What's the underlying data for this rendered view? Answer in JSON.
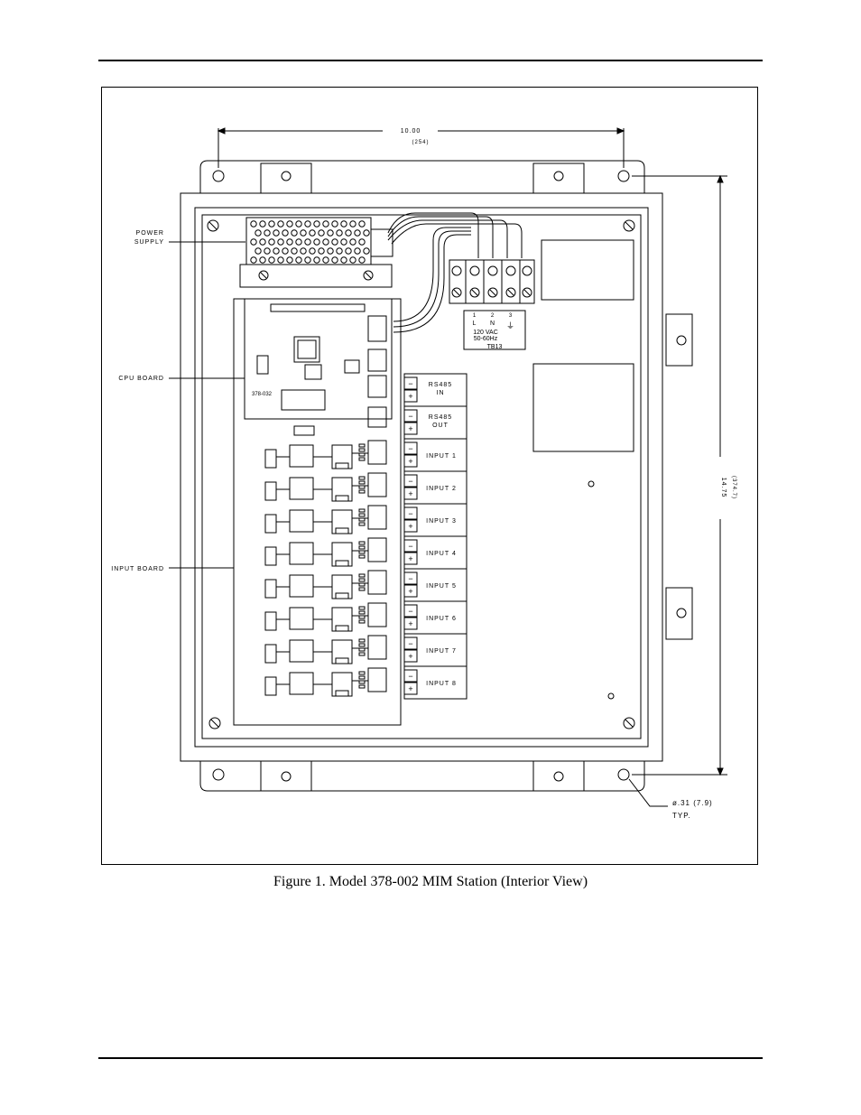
{
  "figure": {
    "caption": "Figure 1.  Model 378-002 MIM Station (Interior View)",
    "callouts": {
      "power_supply": [
        "POWER",
        "SUPPLY"
      ],
      "cpu_board": "CPU BOARD",
      "input_board": "INPUT BOARD"
    },
    "dimensions": {
      "width_in": "10.00",
      "width_mm": "(254)",
      "height_in": "14.75",
      "height_mm": "(374.7)",
      "hole": "ø.31 (7.9)",
      "hole_note": "TYP."
    },
    "terminal_block": {
      "pin_numbers": [
        "1",
        "2",
        "3"
      ],
      "pin_labels": [
        "L",
        "N"
      ],
      "voltage": "120 VAC",
      "frequency": "50-60Hz",
      "designator": "TB13"
    },
    "cpu_board_marking": "378-032",
    "terminals": [
      [
        "RS485",
        "IN"
      ],
      [
        "RS485",
        "OUT"
      ],
      [
        "INPUT 1"
      ],
      [
        "INPUT 2"
      ],
      [
        "INPUT 3"
      ],
      [
        "INPUT 4"
      ],
      [
        "INPUT 5"
      ],
      [
        "INPUT 6"
      ],
      [
        "INPUT 7"
      ],
      [
        "INPUT 8"
      ]
    ],
    "polarity": {
      "minus": "−",
      "plus": "+"
    }
  }
}
